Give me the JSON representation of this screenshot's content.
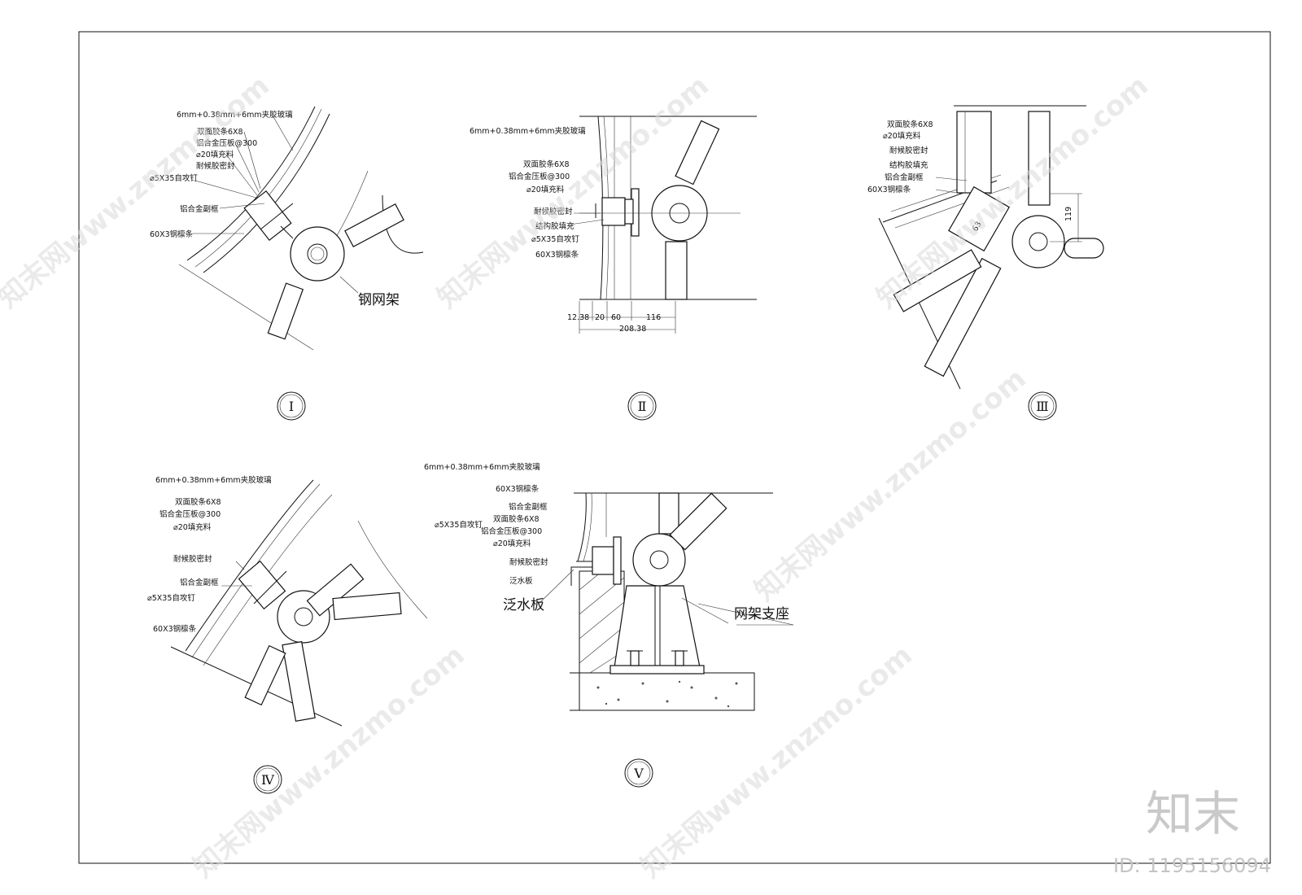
{
  "details": {
    "d1": {
      "roman": "Ⅰ",
      "labels": [
        "6mm+0.38mm+6mm夹胶玻璃",
        "双面胶条6X8",
        "铝合金压板@300",
        "⌀20填充料",
        "耐候胶密封",
        "⌀5X35自攻钉",
        "铝合金副框",
        "60X3钢檩条"
      ],
      "big_label": "钢网架"
    },
    "d2": {
      "roman": "Ⅱ",
      "labels": [
        "6mm+0.38mm+6mm夹胶玻璃",
        "双面胶条6X8",
        "铝合金压板@300",
        "⌀20填充料",
        "耐候胶密封",
        "结构胶填充",
        "⌀5X35自攻钉",
        "60X3钢檩条"
      ],
      "dims": [
        "12.38",
        "20",
        "60",
        "116",
        "208.38"
      ]
    },
    "d3": {
      "roman": "Ⅲ",
      "labels": [
        "双面胶条6X8",
        "⌀20填充料",
        "耐候胶密封",
        "结构胶填充",
        "铝合金副框",
        "60X3钢檩条"
      ],
      "dims": [
        "119",
        "63"
      ]
    },
    "d4": {
      "roman": "Ⅳ",
      "labels": [
        "6mm+0.38mm+6mm夹胶玻璃",
        "双面胶条6X8",
        "铝合金压板@300",
        "⌀20填充料",
        "耐候胶密封",
        "铝合金副框",
        "⌀5X35自攻钉",
        "60X3钢檩条"
      ]
    },
    "d5": {
      "roman": "Ⅴ",
      "labels": [
        "6mm+0.38mm+6mm夹胶玻璃",
        "60X3钢檩条",
        "铝合金副框",
        "双面胶条6X8",
        "⌀5X35自攻钉",
        "铝合金压板@300",
        "⌀20填充料",
        "耐候胶密封",
        "泛水板"
      ],
      "big_labels": [
        "泛水板",
        "网架支座"
      ]
    }
  },
  "watermark": {
    "text": "知末网www.znzmo.com",
    "logo": "知末",
    "id": "ID: 1195156094"
  }
}
